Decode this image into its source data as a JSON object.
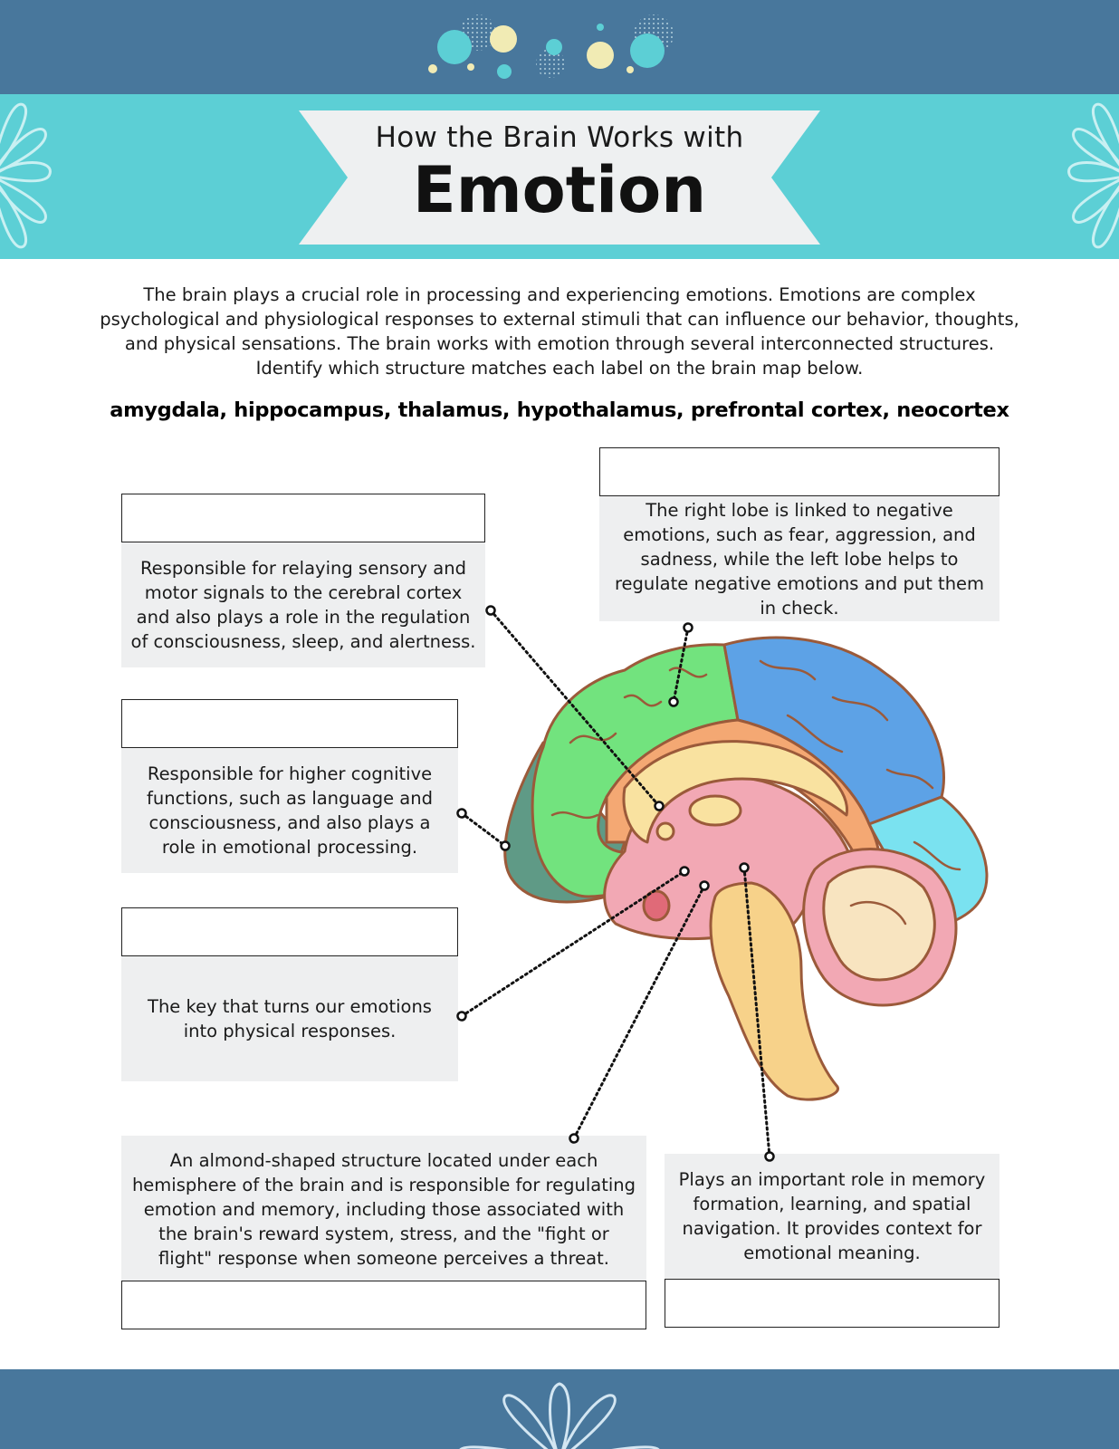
{
  "header": {
    "title_line1": "How the Brain Works with",
    "title_line2": "Emotion"
  },
  "intro": "The brain plays a crucial role in processing and experiencing emotions. Emotions are complex psychological and physiological responses to external stimuli that can influence our behavior, thoughts, and physical sensations. The brain works with emotion through several interconnected structures. Identify which structure matches each label on the brain map below.",
  "word_bank": "amygdala, hippocampus, thalamus, hypothalamus, prefrontal cortex, neocortex",
  "descriptions": {
    "thalamus": "Responsible for relaying sensory and motor signals to the cerebral cortex and also plays a role in the regulation of consciousness, sleep, and alertness.",
    "neocortex": "Responsible for higher cognitive functions, such as language and consciousness, and also plays a role in emotional processing.",
    "hypothalamus": "The key that turns our emotions into physical responses.",
    "amygdala": "An almond-shaped structure located under each hemisphere of the brain and is responsible for regulating emotion and memory, including those associated with the brain's reward system, stress, and the \"fight or flight\" response when someone perceives a threat.",
    "prefrontal": "The right lobe is linked to negative emotions, such as fear, aggression, and sadness, while the left lobe helps to regulate negative emotions and put them in check.",
    "hippocampus": "Plays an important role in memory formation, learning, and spatial navigation. It provides context for emotional meaning."
  },
  "colors": {
    "header_blue": "#48779c",
    "header_teal": "#5ccfd5",
    "banner": "#eef0f1",
    "desc_bg": "#eeeff0",
    "dot_yellow": "#f1ebb4"
  },
  "icons": [
    "confetti-dots-icon",
    "flower-petal-icon",
    "brain-illustration-icon"
  ]
}
